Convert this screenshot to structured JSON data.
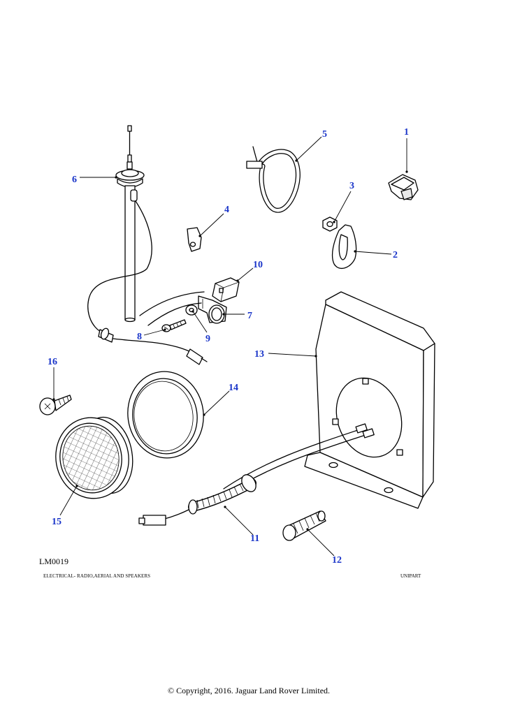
{
  "diagram": {
    "reference_code": "LM0019",
    "section_title": "ELECTRICAL- RADIO,AERIAL AND SPEAKERS",
    "brand": "UNIPART",
    "copyright": "© Copyright, 2016. Jaguar Land Rover Limited.",
    "callouts": [
      "1",
      "2",
      "3",
      "4",
      "5",
      "6",
      "7",
      "8",
      "9",
      "10",
      "11",
      "12",
      "13",
      "14",
      "15",
      "16"
    ],
    "callout_color": "#1a35c9"
  }
}
